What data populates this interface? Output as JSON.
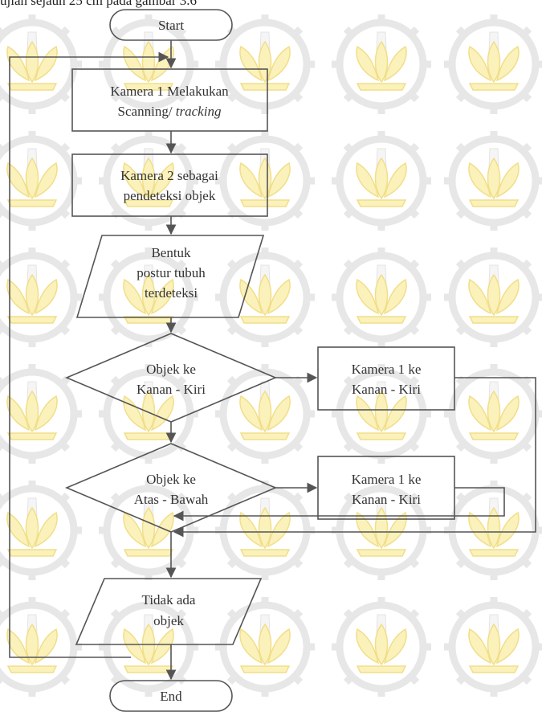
{
  "caption": "ujian sejauh 25 cm pada gambar 3.6",
  "watermark": {
    "icon": "its-logo-icon",
    "gear_color": "#e6e6e6",
    "lotus_color": "#fbf1b8"
  },
  "flowchart": {
    "start": "Start",
    "step1": {
      "line1": "Kamera 1 Melakukan",
      "line2": "Scanning/",
      "line2_italic": "tracking"
    },
    "step2": {
      "line1": "Kamera 2 sebagai",
      "line2": "pendeteksi objek"
    },
    "input1": {
      "line1": "Bentuk",
      "line2": "postur tubuh",
      "line3": "terdeteksi"
    },
    "decision1": {
      "line1": "Objek ke",
      "line2": "Kanan - Kiri"
    },
    "action1": {
      "line1": "Kamera 1 ke",
      "line2": "Kanan - Kiri"
    },
    "decision2": {
      "line1": "Objek ke",
      "line2": "Atas - Bawah"
    },
    "action2": {
      "line1": "Kamera 1 ke",
      "line2": "Kanan - Kiri"
    },
    "output1": {
      "line1": "Tidak ada",
      "line2": "objek"
    },
    "end": "End",
    "line_color": "#555555"
  }
}
